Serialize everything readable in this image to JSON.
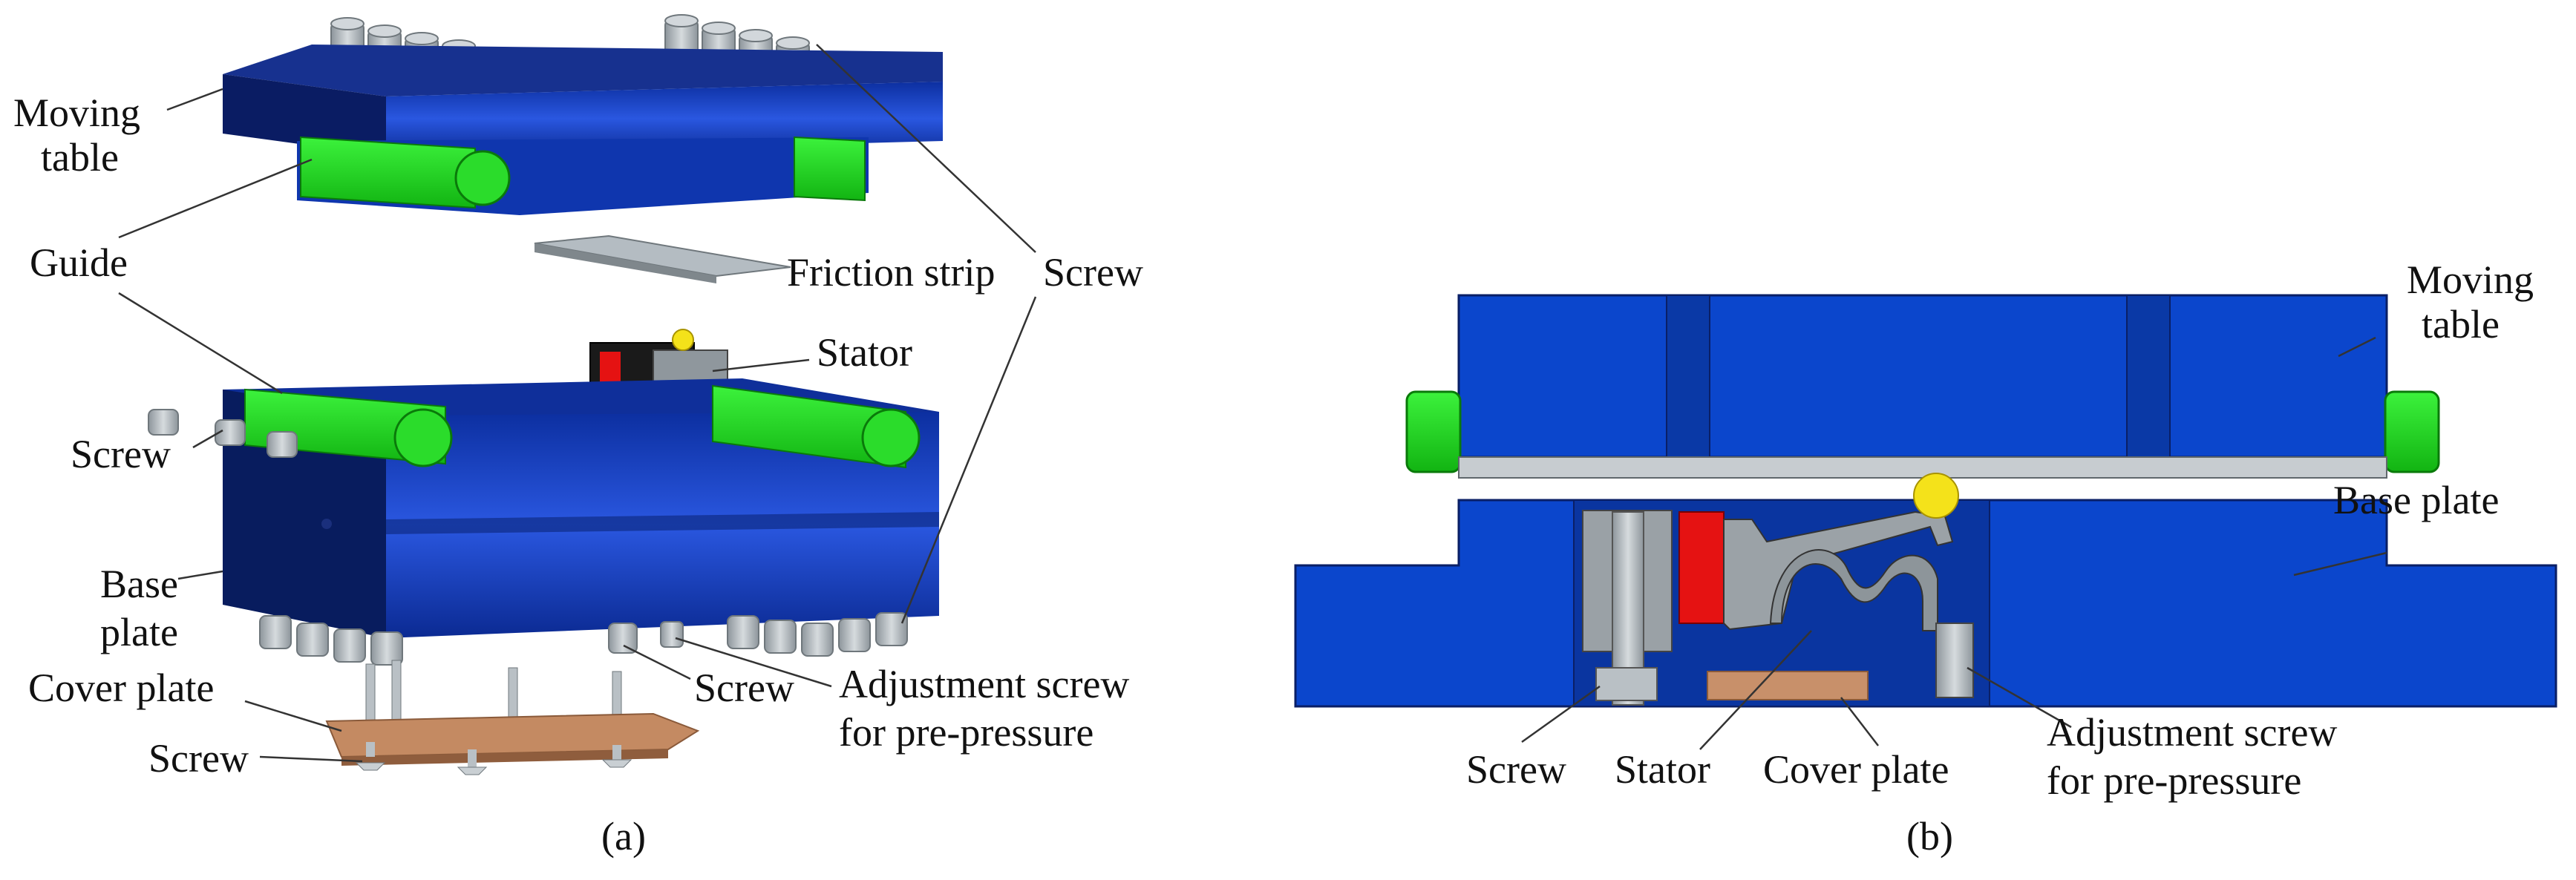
{
  "figure": {
    "panel_a": {
      "caption": "(a)",
      "labels": {
        "moving_table_line1": "Moving",
        "moving_table_line2": "table",
        "guide": "Guide",
        "friction_strip": "Friction strip",
        "screw_top_right": "Screw",
        "stator": "Stator",
        "screw_left": "Screw",
        "base_plate_line1": "Base",
        "base_plate_line2": "plate",
        "cover_plate": "Cover plate",
        "screw_bottom_left": "Screw",
        "screw_bottom_mid": "Screw",
        "adjust_line1": "Adjustment screw",
        "adjust_line2": "for pre-pressure"
      }
    },
    "panel_b": {
      "caption": "(b)",
      "labels": {
        "moving_table_line1": "Moving",
        "moving_table_line2": "table",
        "base_plate": "Base plate",
        "screw": "Screw",
        "stator": "Stator",
        "cover_plate": "Cover plate",
        "adjust_line1": "Adjustment screw",
        "adjust_line2": "for pre-pressure"
      }
    }
  },
  "colors": {
    "blue": "#0b3fc4",
    "blue_dark": "#06206e",
    "green": "#1fd81f",
    "gray": "#a9b0b6",
    "copper": "#c8906a",
    "red": "#e51212",
    "yellow": "#f4e21a"
  }
}
